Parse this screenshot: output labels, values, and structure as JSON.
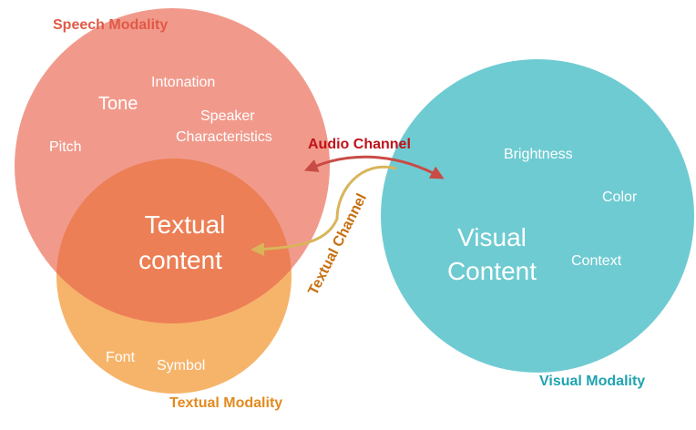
{
  "speech_modality": {
    "title": "Speech Modality",
    "features": [
      "Intonation",
      "Tone",
      "Speaker",
      "Characteristics",
      "Pitch"
    ]
  },
  "textual_modality": {
    "title": "Textual Modality",
    "content_line1": "Textual",
    "content_line2": "content",
    "features": [
      "Font",
      "Symbol"
    ]
  },
  "visual_modality": {
    "title": "Visual Modality",
    "content_line1": "Visual",
    "content_line2": "Content",
    "features": [
      "Brightness",
      "Color",
      "Context"
    ]
  },
  "channels": {
    "audio": "Audio Channel",
    "textual": "Textual Channel"
  },
  "colors": {
    "speech_fill": "#f19a8c",
    "textual_fill": "#f6b46a",
    "overlap_fill": "#ec7f55",
    "visual_fill": "#6fcbd2",
    "speech_title": "#e05a46",
    "textual_title": "#e28a1f",
    "visual_title": "#1fa3b0",
    "audio_channel": "#c0121a",
    "textual_channel": "#c7700f",
    "audio_arrow": "#c94b45",
    "textual_arrow": "#d9b55a"
  }
}
